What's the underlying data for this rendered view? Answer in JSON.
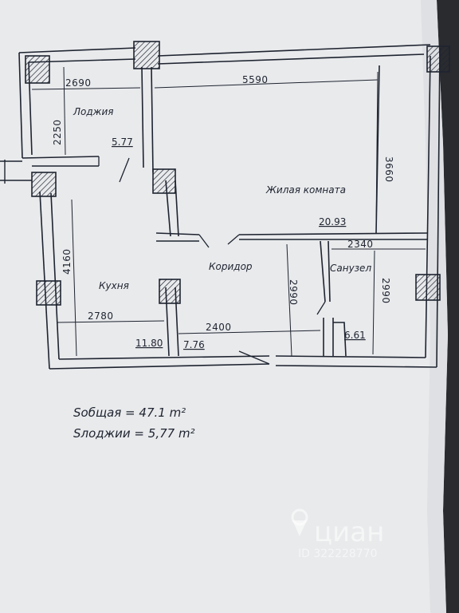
{
  "plan": {
    "rooms": {
      "loggia": "Лоджия",
      "kitchen": "Кухня",
      "corridor": "Коридор",
      "living": "Жилая комната",
      "bathroom": "Санузел"
    },
    "areas": {
      "loggia": "5.77",
      "kitchen": "11.80",
      "corridor": "7.76",
      "living": "20.93",
      "bathroom": "6.61"
    },
    "dimensions": {
      "loggia_width": "2690",
      "loggia_height": "2250",
      "living_width": "5590",
      "living_height": "3660",
      "kitchen_height": "4160",
      "kitchen_width": "2780",
      "corridor_width": "2400",
      "corridor_height": "2990",
      "bathroom_width": "2340",
      "bathroom_height": "2990"
    },
    "totals": {
      "total_line": "Sобщая = 47.1 m²",
      "loggia_line": "Sлоджии = 5,77 m²"
    }
  },
  "watermark": {
    "brand": "циан",
    "id_text": "ID 322228770"
  },
  "colors": {
    "paper": "#e9eaec",
    "ink": "#1e2430",
    "background": "#2a2b2f"
  }
}
